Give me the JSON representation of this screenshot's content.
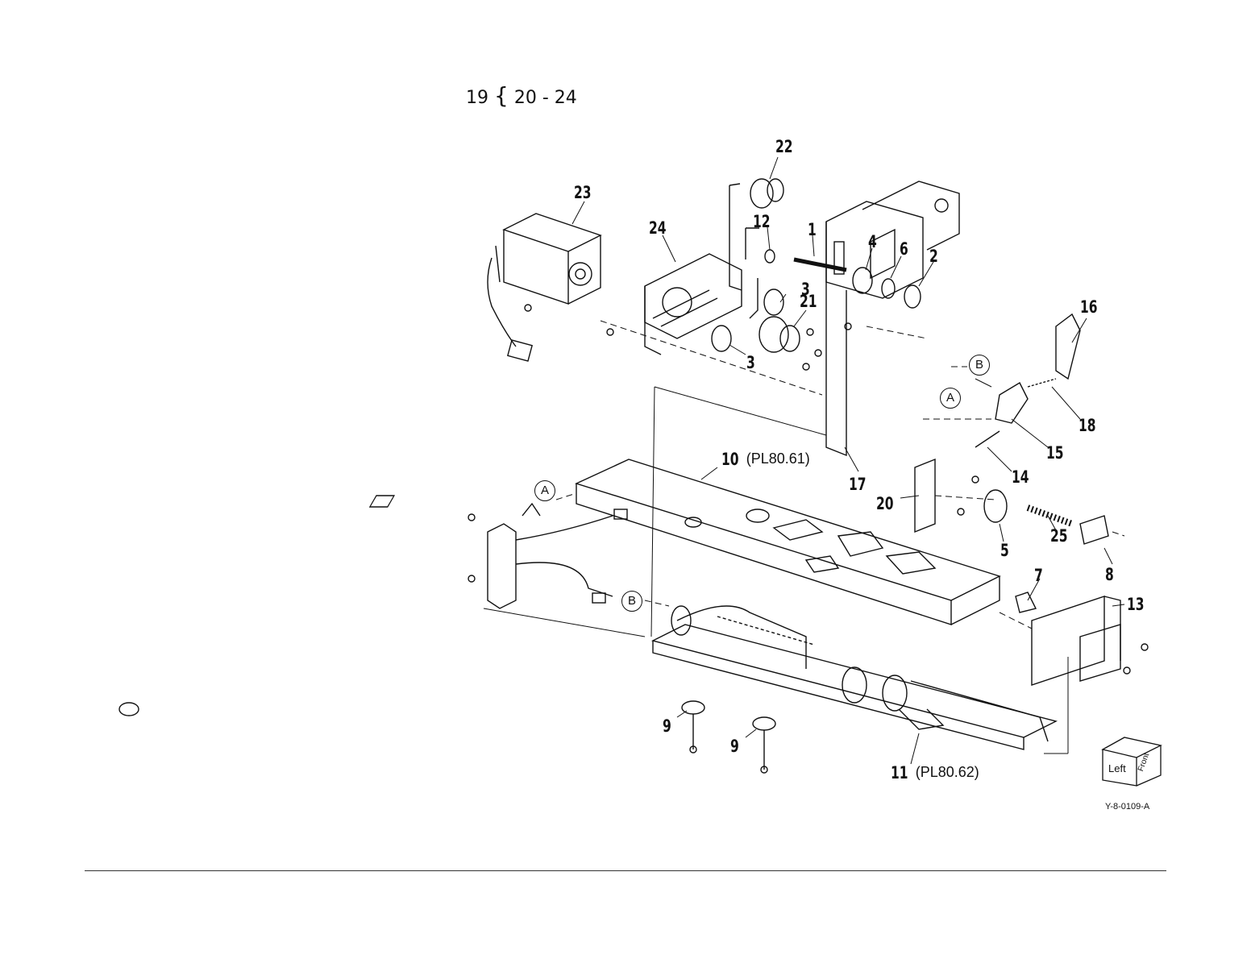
{
  "group": {
    "parent": "19",
    "range": "20 - 24"
  },
  "labels": {
    "p1": "1",
    "p2": "2",
    "p3a": "3",
    "p3b": "3",
    "p4": "4",
    "p5": "5",
    "p6": "6",
    "p7": "7",
    "p8": "8",
    "p9a": "9",
    "p9b": "9",
    "p10": "10",
    "p11": "11",
    "p12": "12",
    "p13": "13",
    "p14": "14",
    "p15": "15",
    "p16": "16",
    "p17": "17",
    "p18": "18",
    "p20": "20",
    "p21": "21",
    "p22": "22",
    "p23": "23",
    "p24": "24",
    "p25": "25"
  },
  "refs": {
    "p10": "(PL80.61)",
    "p11": "(PL80.62)"
  },
  "connectors": {
    "a1": "A",
    "a2": "A",
    "b1": "B",
    "b2": "B"
  },
  "orientation": {
    "left": "Left",
    "front": "Front"
  },
  "figure_id": "Y-8-0109-A"
}
